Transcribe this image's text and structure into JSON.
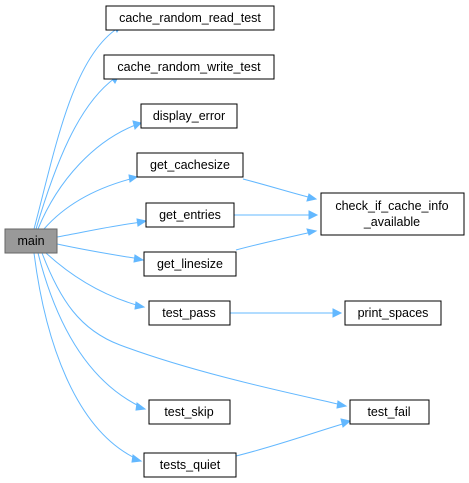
{
  "graph": {
    "edge_color": "#63b8ff",
    "root_fill": "#999999",
    "nodes": {
      "main": "main",
      "cache_random_read_test": "cache_random_read_test",
      "cache_random_write_test": "cache_random_write_test",
      "display_error": "display_error",
      "get_cachesize": "get_cachesize",
      "get_entries": "get_entries",
      "get_linesize": "get_linesize",
      "test_pass": "test_pass",
      "test_skip": "test_skip",
      "tests_quiet": "tests_quiet",
      "check_if_cache_info_line1": "check_if_cache_info",
      "check_if_cache_info_line2": "_available",
      "print_spaces": "print_spaces",
      "test_fail": "test_fail"
    }
  }
}
